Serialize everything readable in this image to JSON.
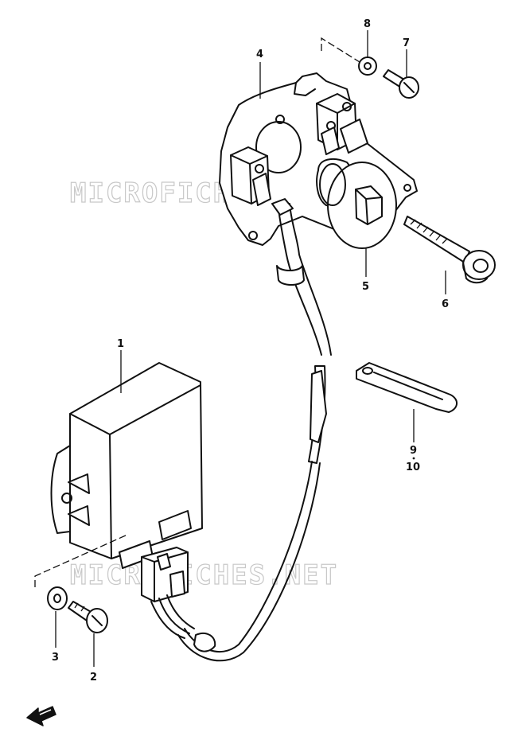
{
  "watermark": {
    "top": "MICROFICHES.NET",
    "bottom": "MICROFICHES.NET"
  },
  "callouts": {
    "p1": "1",
    "p2": "2",
    "p3": "3",
    "p4": "4",
    "p5": "5",
    "p6": "6",
    "p7": "7",
    "p8": "8",
    "p9": "9",
    "p10": "10"
  },
  "icons": {
    "front_arrow": "front-direction-arrow-icon"
  }
}
